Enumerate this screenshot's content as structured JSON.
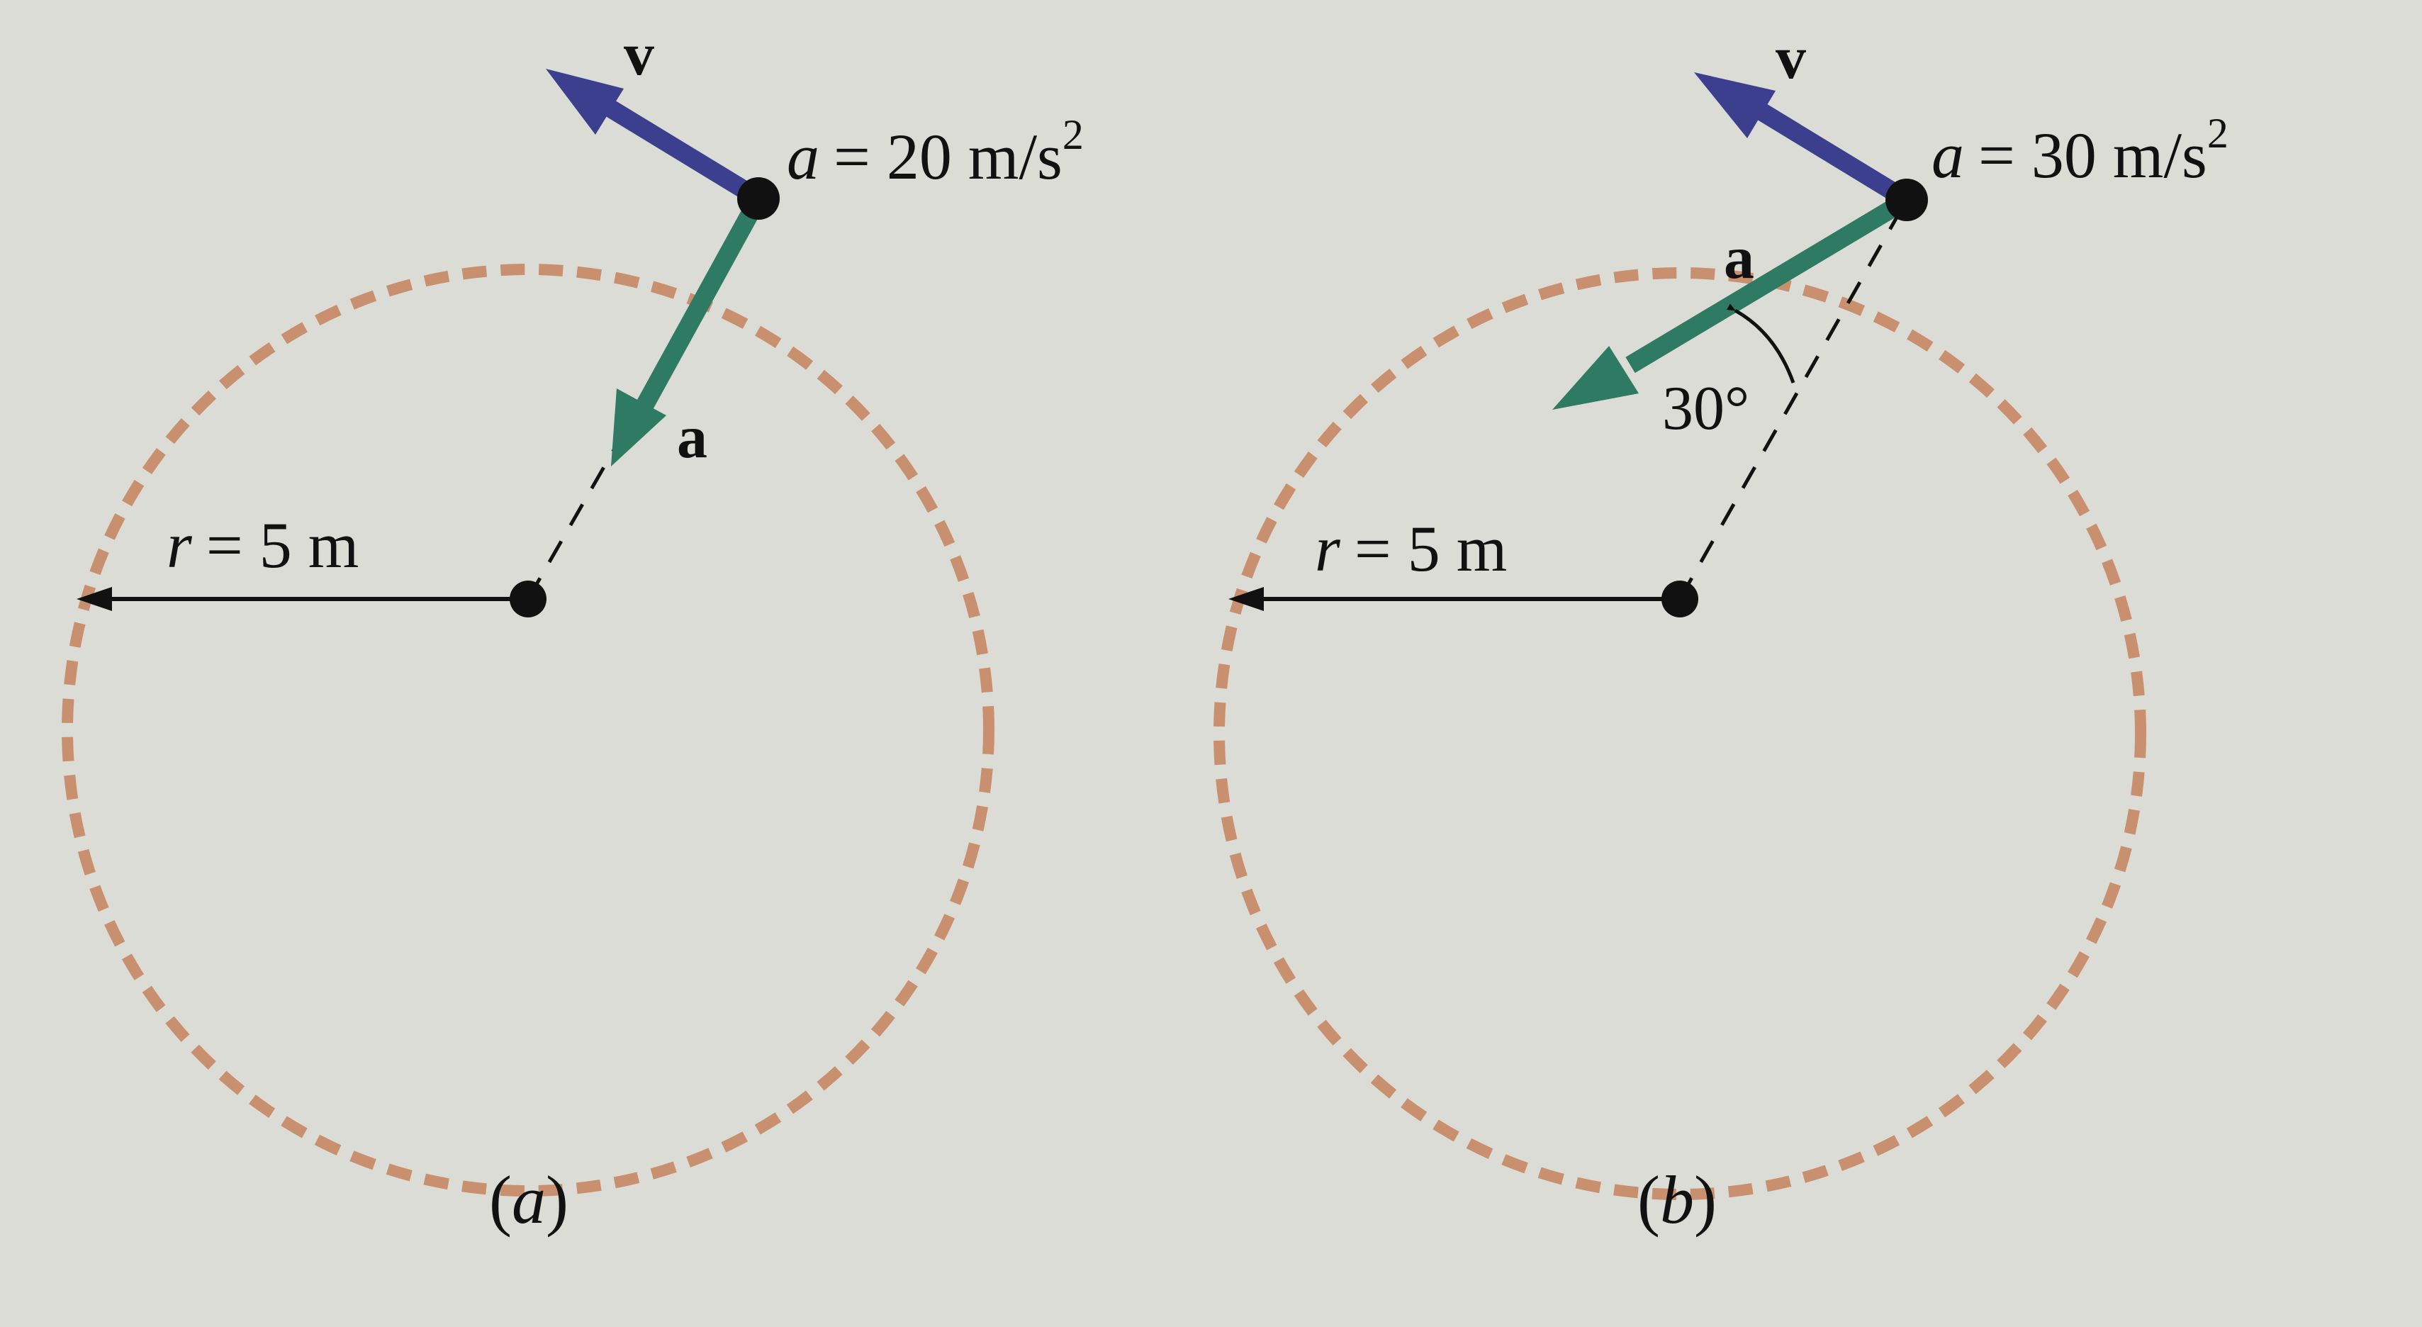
{
  "colors": {
    "paper": "#dcdcd6",
    "circle_dash": "#c8906e",
    "velocity_arrow": "#3b3f8e",
    "acceleration_arrow": "#2f7a63",
    "ink": "#111111"
  },
  "panel_a": {
    "velocity_label": "v",
    "acceleration_label": "a",
    "accel_symbol": "a",
    "accel_value": "= 20 m/s",
    "accel_exponent": "2",
    "radius_symbol": "r",
    "radius_value": "= 5 m",
    "caption_open": "(",
    "caption_letter": "a",
    "caption_close": ")"
  },
  "panel_b": {
    "velocity_label": "v",
    "acceleration_label": "a",
    "accel_symbol": "a",
    "accel_value": "= 30 m/s",
    "accel_exponent": "2",
    "angle_label": "30°",
    "radius_symbol": "r",
    "radius_value": "= 5 m",
    "caption_open": "(",
    "caption_letter": "b",
    "caption_close": ")"
  }
}
